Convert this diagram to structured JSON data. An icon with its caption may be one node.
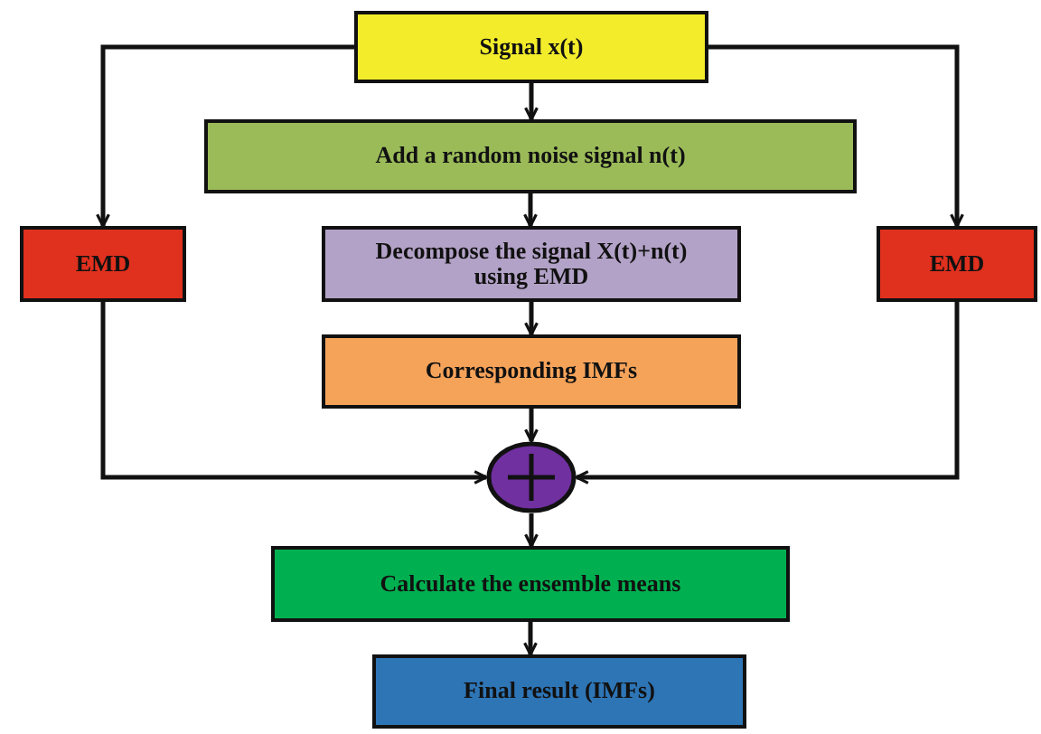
{
  "diagram": {
    "nodes": [
      {
        "text": [
          "Signal x(t)"
        ]
      },
      {
        "text": [
          "Add a random noise signal n(t)"
        ]
      },
      {
        "text": [
          "EMD"
        ]
      },
      {
        "text": [
          "Decompose the signal X(t)+n(t) using EMD"
        ]
      },
      {
        "text": [
          "EMD"
        ]
      },
      {
        "text": [
          "Corresponding IMFs"
        ]
      },
      {
        "text": [],
        "shape": "circle"
      },
      {
        "text": [
          "Calculate the ensemble means"
        ]
      },
      {
        "text": [
          "Final result (IMFs)"
        ]
      }
    ],
    "edges": [
      {
        "from": 0,
        "to": 1,
        "arrow": "to"
      },
      {
        "from": 0,
        "to": 2,
        "arrow": "to"
      },
      {
        "from": 0,
        "to": 4,
        "arrow": "to"
      },
      {
        "from": 1,
        "to": 3,
        "arrow": "to"
      },
      {
        "from": 3,
        "to": 5,
        "arrow": "to"
      },
      {
        "from": 5,
        "to": 6,
        "arrow": "to"
      },
      {
        "from": 2,
        "to": 6,
        "arrow": "to"
      },
      {
        "from": 4,
        "to": 6,
        "arrow": "to"
      },
      {
        "from": 6,
        "to": 7,
        "arrow": "to"
      },
      {
        "from": 7,
        "to": 8,
        "arrow": "to"
      }
    ]
  }
}
